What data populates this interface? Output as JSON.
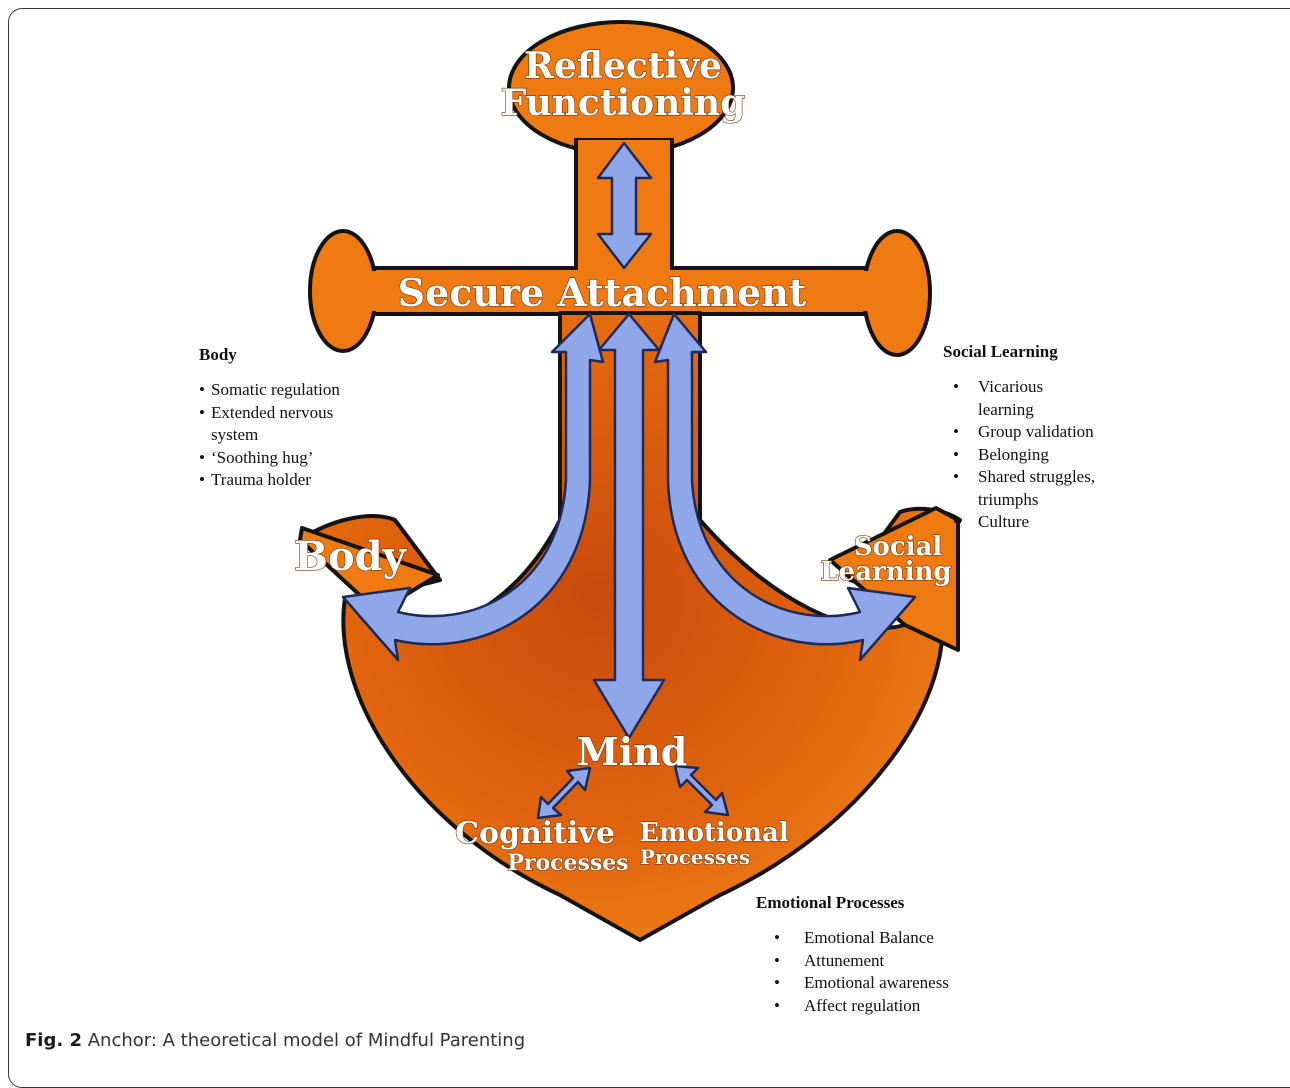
{
  "anchor": {
    "top_label_line1": "Reflective",
    "top_label_line2": "Functioning",
    "crossbar_label": "Secure Attachment",
    "left_fluke_label": "Body",
    "right_fluke_label_line1": "Social",
    "right_fluke_label_line2": "Learning",
    "center_label": "Mind",
    "left_sub_line1": "Cognitive",
    "left_sub_line2": "Processes",
    "right_sub_line1": "Emotional",
    "right_sub_line2": "Processes"
  },
  "body_panel": {
    "heading": "Body",
    "items": [
      "Somatic regulation",
      "Extended nervous system",
      "‘Soothing hug’",
      "Trauma holder"
    ]
  },
  "social_panel": {
    "heading": "Social Learning",
    "items": [
      "Vicarious learning",
      "Group validation",
      "Belonging",
      "Shared struggles, triumphs",
      "Culture"
    ]
  },
  "emotional_panel": {
    "heading": "Emotional Processes",
    "items": [
      "Emotional Balance",
      "Attunement",
      "Emotional awareness",
      "Affect regulation"
    ]
  },
  "caption": {
    "label": "Fig. 2",
    "text": "Anchor: A theoretical model of Mindful Parenting"
  },
  "colors": {
    "anchor_fill": "#f07a12",
    "anchor_dark": "#b83a06",
    "anchor_outline": "#141414",
    "arrow_fill": "#8fa6e8",
    "arrow_outline": "#1e2a57"
  }
}
